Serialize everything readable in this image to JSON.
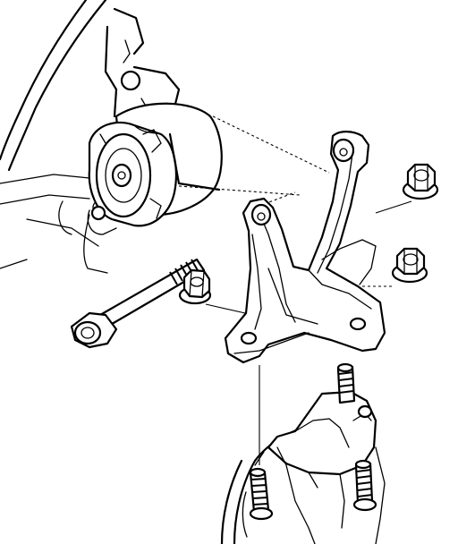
{
  "figure": {
    "kind": "exploded-view line drawing",
    "parts": [
      "engine-mount-insulator",
      "mount-bracket",
      "through-bolt",
      "flange-nut",
      "flange-nut",
      "flange-nut",
      "transmission-case",
      "mounting-studs"
    ]
  },
  "colors": {
    "line": "#000000",
    "background": "#ffffff"
  }
}
